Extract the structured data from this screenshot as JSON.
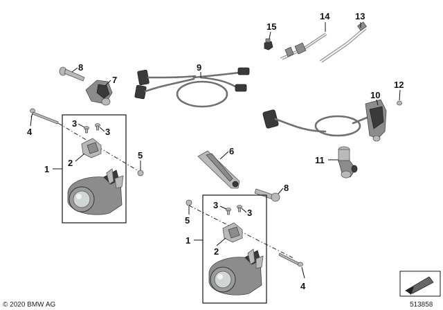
{
  "callouts": {
    "c1a": "1",
    "c2a": "2",
    "c3a": "3",
    "c3b": "3",
    "c4a": "4",
    "c5a": "5",
    "c6": "6",
    "c7": "7",
    "c8a": "8",
    "c8b": "8",
    "c9": "9",
    "c10": "10",
    "c11": "11",
    "c12": "12",
    "c13": "13",
    "c14": "14",
    "c15": "15",
    "c1b": "1",
    "c2b": "2",
    "c3c": "3",
    "c3d": "3",
    "c4b": "4",
    "c5b": "5"
  },
  "footer": {
    "copyright": "© 2020 BMW AG",
    "diagram_number": "513858"
  }
}
